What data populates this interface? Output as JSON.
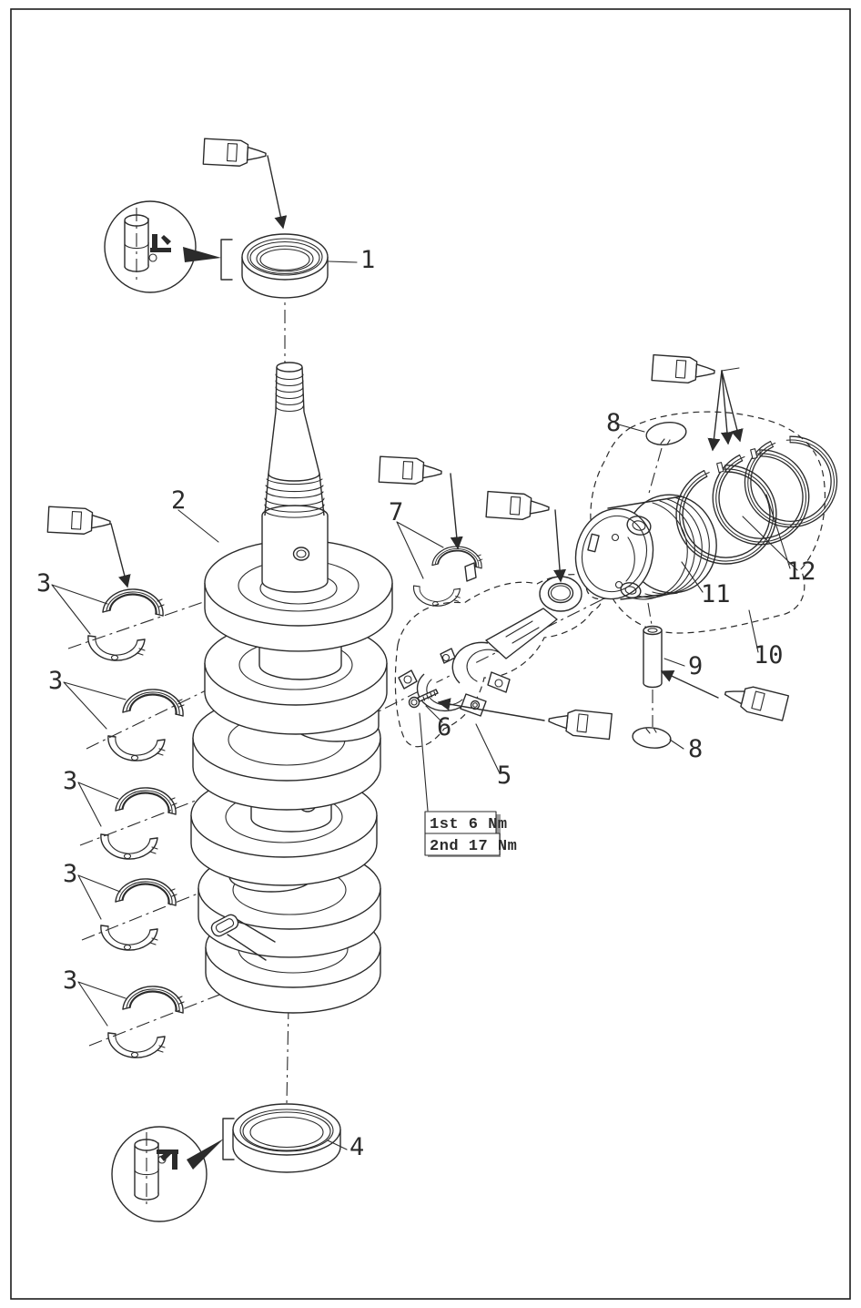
{
  "figure": {
    "kind": "exploded-parts-diagram",
    "subject": "crankshaft-and-piston-assembly"
  },
  "palette": {
    "line": "#2b2b2b",
    "background": "#ffffff"
  },
  "icons": {
    "grease_tube": "grease-tube-icon",
    "grease_tube_count": 7
  },
  "callouts": {
    "c1": "1",
    "c2": "2",
    "c3a": "3",
    "c3b": "3",
    "c3c": "3",
    "c3d": "3",
    "c3e": "3",
    "c4": "4",
    "c5": "5",
    "c6": "6",
    "c7": "7",
    "c8a": "8",
    "c8b": "8",
    "c9": "9",
    "c10": "10",
    "c11": "11",
    "c12": "12"
  },
  "torque_note": {
    "row1": "1st 6 Nm",
    "row2": "2nd 17 Nm"
  }
}
